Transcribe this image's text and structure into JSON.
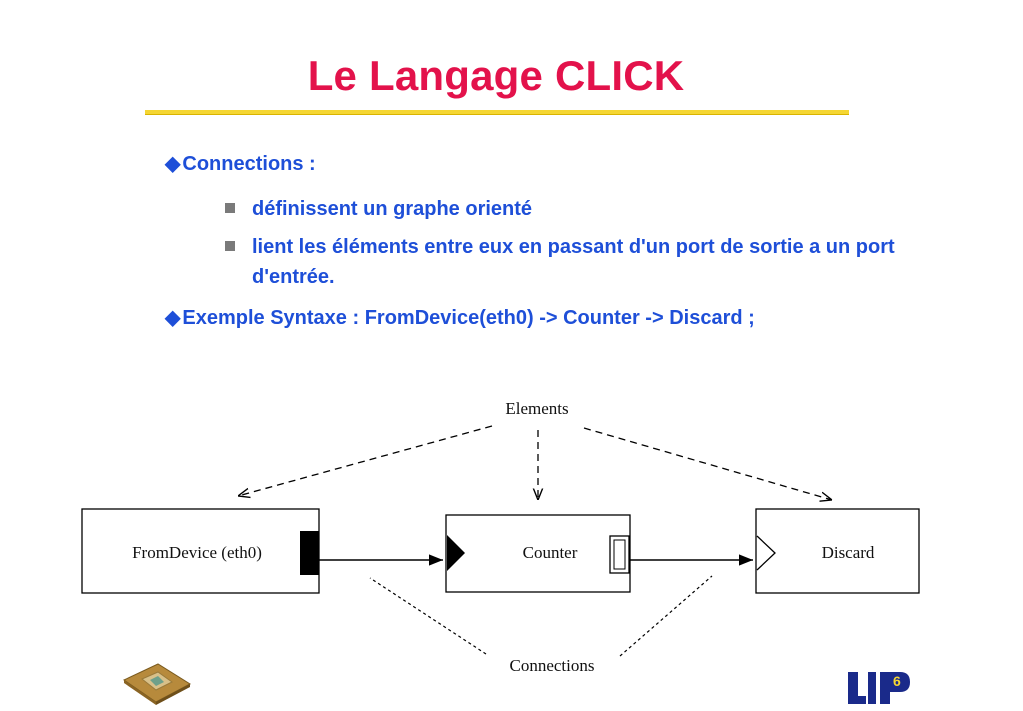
{
  "slide": {
    "title": "Le Langage CLICK",
    "bullets": [
      {
        "label": "Connections :",
        "sub": [
          "définissent un graphe orienté",
          "lient les éléments entre eux en passant d'un port de sortie a  un port d'entrée."
        ]
      },
      {
        "label": "Exemple Syntaxe : FromDevice(eth0) -> Counter -> Discard ;"
      }
    ]
  },
  "diagram": {
    "top_label": "Elements",
    "bottom_label": "Connections",
    "boxes": [
      "FromDevice (eth0)",
      "Counter",
      "Discard"
    ]
  },
  "logo": {
    "text": "6"
  },
  "colors": {
    "title": "#e3124b",
    "bullet_text": "#1e4fd8",
    "rule": "#f5d633",
    "logo": "#1a2a8a"
  }
}
